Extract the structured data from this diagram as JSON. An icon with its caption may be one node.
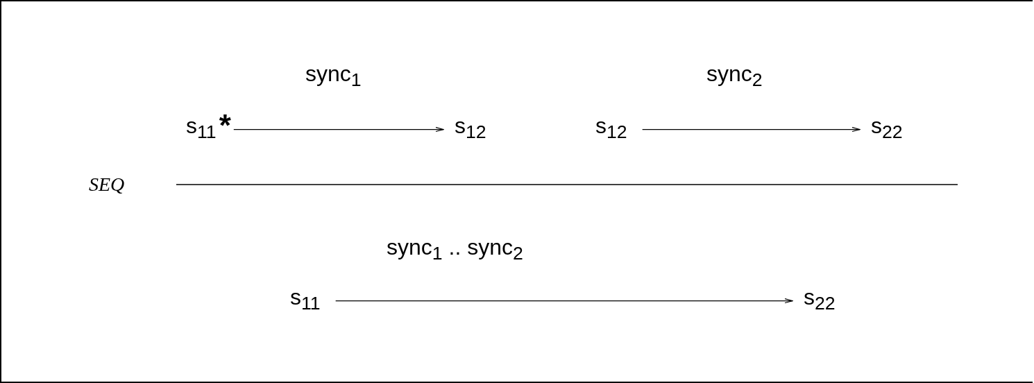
{
  "diagram": {
    "nodes": [
      {
        "text": [
          "s$_{11}$"
        ],
        "beside": [
          "*"
        ]
      },
      {
        "text": [
          "s$_{12}$"
        ]
      },
      {
        "text": [
          "s$_{12}$"
        ]
      },
      {
        "text": [
          "s$_{22}$"
        ]
      },
      {
        "text": [
          "s$_{11}$"
        ]
      },
      {
        "text": [
          "s$_{22}$"
        ]
      }
    ],
    "edges": [
      {
        "from": 0,
        "to": 1,
        "arrow": "to",
        "label": "sync$_{1}$"
      },
      {
        "from": 2,
        "to": 3,
        "arrow": "to",
        "label": "sync$_{2}$"
      },
      {
        "from": 4,
        "to": 5,
        "arrow": "to",
        "label": "sync$_{1}$ .. sync$_{2}$"
      }
    ],
    "labels": [
      "SEQ"
    ]
  }
}
